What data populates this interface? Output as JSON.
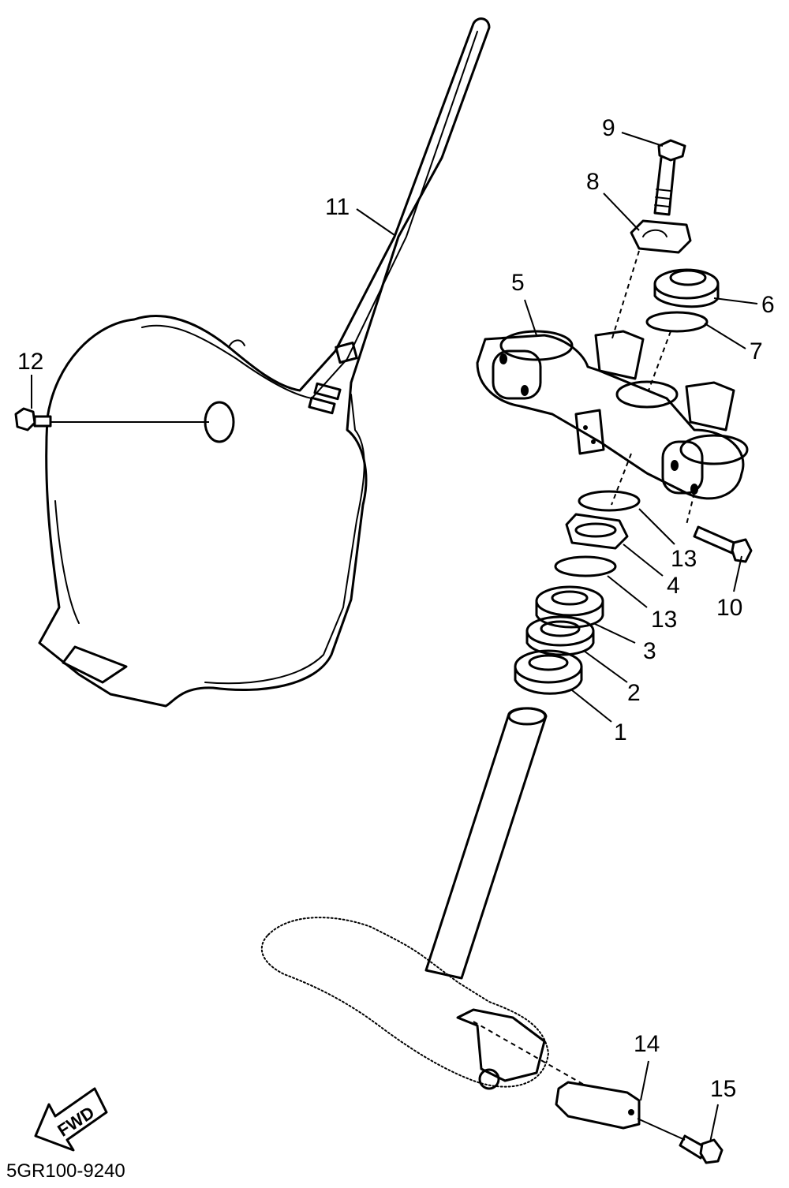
{
  "diagram_code": "5GR100-9240",
  "fwd_label": "FWD",
  "callouts": [
    {
      "id": "c1",
      "text": "1"
    },
    {
      "id": "c2",
      "text": "2"
    },
    {
      "id": "c3",
      "text": "3"
    },
    {
      "id": "c4",
      "text": "4"
    },
    {
      "id": "c5",
      "text": "5"
    },
    {
      "id": "c6",
      "text": "6"
    },
    {
      "id": "c7",
      "text": "7"
    },
    {
      "id": "c8",
      "text": "8"
    },
    {
      "id": "c9",
      "text": "9"
    },
    {
      "id": "c10",
      "text": "10"
    },
    {
      "id": "c11",
      "text": "11"
    },
    {
      "id": "c12",
      "text": "12"
    },
    {
      "id": "c13a",
      "text": "13"
    },
    {
      "id": "c13b",
      "text": "13"
    },
    {
      "id": "c14",
      "text": "14"
    },
    {
      "id": "c15",
      "text": "15"
    }
  ]
}
